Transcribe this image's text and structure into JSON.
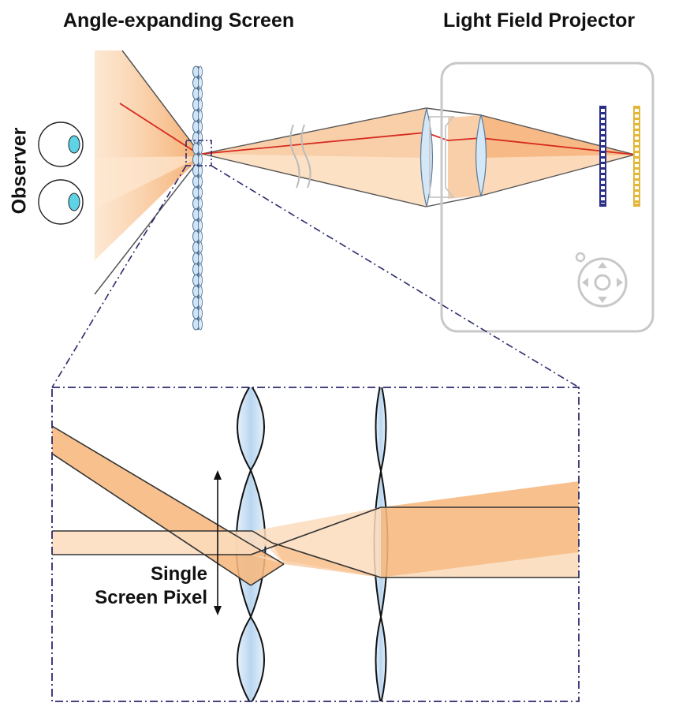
{
  "labels": {
    "screen_title": "Angle-expanding Screen",
    "projector_title": "Light Field Projector",
    "observer": "Observer",
    "pixel_line1": "Single",
    "pixel_line2": "Screen Pixel"
  },
  "colors": {
    "beam": "#f6b97e",
    "beam_light": "#fde3c8",
    "ray": "#d62a1f",
    "lens": "#cfe4f5",
    "lens_edge": "#4b6c8e",
    "projector_body": "#cccccc",
    "panel_blue": "#2b2f86",
    "panel_yellow": "#e3b73a",
    "inset_border": "#2b2a6e"
  }
}
